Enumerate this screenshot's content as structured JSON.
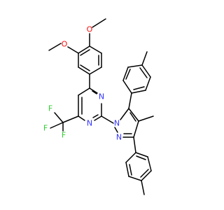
{
  "colors": {
    "bond": "#000000",
    "nitrogen": "#3333ff",
    "oxygen": "#ff0d0d",
    "fluorine": "#33cc33",
    "background": "#ffffff"
  },
  "labels": {
    "o_top": "O",
    "o_left": "O",
    "n_pyrimidine_1": "N",
    "n_pyrimidine_2": "N",
    "f_1": "F",
    "f_2": "F",
    "f_3": "F",
    "n_pyrazole_1": "N",
    "n_pyrazole_2": "N"
  }
}
